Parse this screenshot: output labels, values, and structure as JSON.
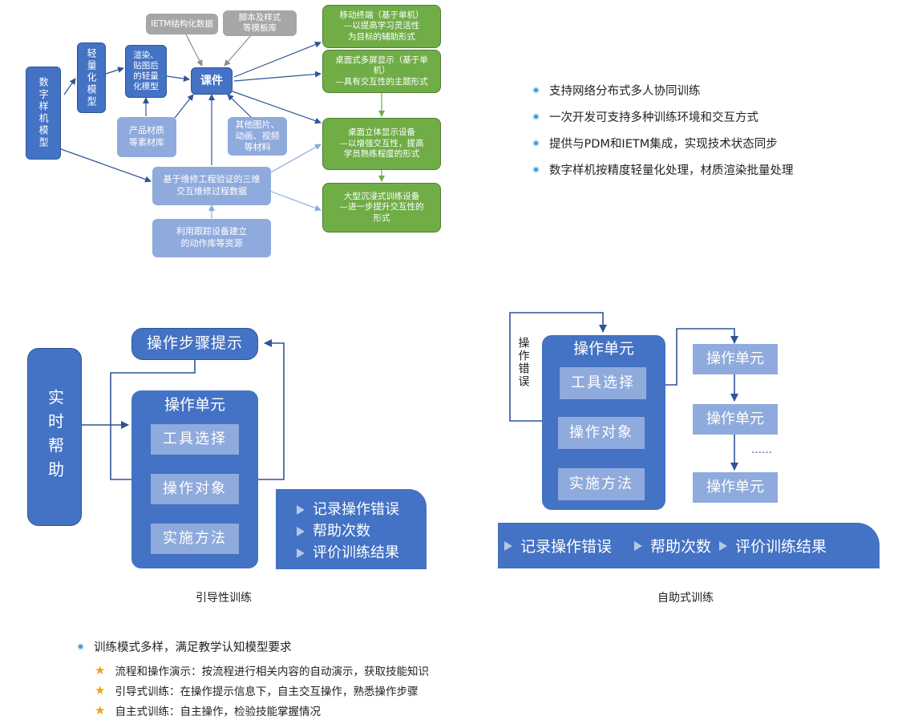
{
  "top_diagram": {
    "digital_model": "数字样机模型",
    "lightweight": "轻量化模型",
    "rendered": "渲染、\n贴图后\n的轻量\n化模型",
    "ietm": "IETM结构化数据",
    "script": "脚本及样式\n等模板库",
    "courseware": "课件",
    "material": "产品材质\n等素材库",
    "other_media": "其他图片、\n动画、视频\n等材料",
    "maintenance": "基于维修工程验证的三维\n交互维修过程数据",
    "tracking": "利用跟踪设备建立\n的动作库等资源",
    "mobile": "移动终端（基于单机）\n—以提高学习灵活性\n为目标的辅助形式",
    "desktop": "桌面式多屏显示（基于单\n机）\n—具有交互性的主题形式",
    "stereo": "桌面立体显示设备\n—以增强交互性，提高\n学员熟练程度的形式",
    "immersive": "大型沉浸式训练设备\n—进一步提升交互性的\n形式"
  },
  "features": [
    "支持网络分布式多人协同训练",
    "一次开发可支持多种训练环境和交互方式",
    "提供与PDM和IETM集成，实现技术状态同步",
    "数字样机按精度轻量化处理，材质渲染批量处理"
  ],
  "guided": {
    "realtime_help": "实时帮助",
    "step_hint": "操作步骤提示",
    "unit_title": "操作单元",
    "tool": "工具选择",
    "object": "操作对象",
    "method": "实施方法",
    "records": [
      "记录操作错误",
      "帮助次数",
      "评价训练结果"
    ],
    "caption": "引导性训练"
  },
  "self": {
    "op_error": "操作错误",
    "unit_title": "操作单元",
    "tool": "工具选择",
    "object": "操作对象",
    "method": "实施方法",
    "chain": [
      "操作单元",
      "操作单元",
      "操作单元"
    ],
    "ellipsis": "……",
    "records": [
      "记录操作错误",
      "帮助次数",
      "评价训练结果"
    ],
    "caption": "自助式训练"
  },
  "modes": {
    "main": "训练模式多样，满足教学认知模型要求",
    "subs": [
      "流程和操作演示：按流程进行相关内容的自动演示，获取技能知识",
      "引导式训练：在操作提示信息下，自主交互操作，熟悉操作步骤",
      "自主式训练：自主操作，检验技能掌握情况"
    ]
  },
  "colors": {
    "dark_blue": "#4472c4",
    "light_blue": "#8faadc",
    "green": "#70ad47",
    "gray": "#a6a6a6",
    "bullet": "#3a9ad9",
    "star": "#f0a020"
  }
}
